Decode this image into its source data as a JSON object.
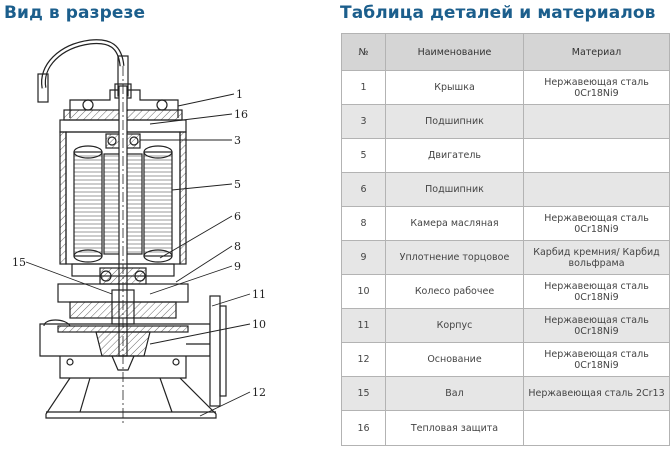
{
  "left": {
    "title": "Вид в разрезе",
    "callouts": [
      "1",
      "16",
      "3",
      "5",
      "6",
      "8",
      "9",
      "15",
      "11",
      "10",
      "12"
    ]
  },
  "right": {
    "title": "Таблица деталей и материалов",
    "headers": {
      "num": "№",
      "name": "Наименование",
      "material": "Материал"
    },
    "rows": [
      {
        "num": "1",
        "name": "Крышка",
        "material": "Нержавеющая сталь 0Cr18Ni9"
      },
      {
        "num": "3",
        "name": "Подшипник",
        "material": ""
      },
      {
        "num": "5",
        "name": "Двигатель",
        "material": ""
      },
      {
        "num": "6",
        "name": "Подшипник",
        "material": ""
      },
      {
        "num": "8",
        "name": "Камера масляная",
        "material": "Нержавеющая сталь 0Cr18Ni9"
      },
      {
        "num": "9",
        "name": "Уплотнение торцовое",
        "material": "Карбид кремния/ Карбид вольфрама"
      },
      {
        "num": "10",
        "name": "Колесо рабочее",
        "material": "Нержавеющая сталь 0Cr18Ni9"
      },
      {
        "num": "11",
        "name": "Корпус",
        "material": "Нержавеющая сталь 0Cr18Ni9"
      },
      {
        "num": "12",
        "name": "Основание",
        "material": "Нержавеющая сталь 0Cr18Ni9"
      },
      {
        "num": "15",
        "name": "Вал",
        "material": "Нержавеющая сталь 2Cr13"
      },
      {
        "num": "16",
        "name": "Тепловая защита",
        "material": ""
      }
    ]
  },
  "colors": {
    "title": "#1b5e8c",
    "header_bg": "#d5d5d5",
    "stripe": "#e6e6e6",
    "grid": "#b3b3b3"
  }
}
